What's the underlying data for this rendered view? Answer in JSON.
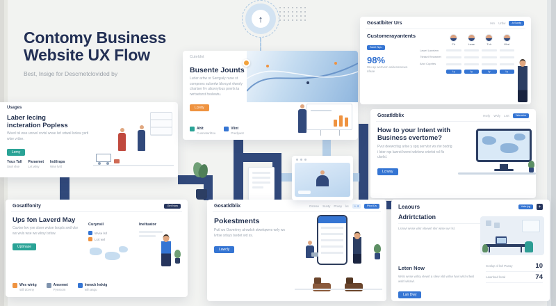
{
  "colors": {
    "navy": "#31497b",
    "accent_blue": "#3575d3",
    "teal": "#2aa396",
    "orange": "#ef9340",
    "light_blue": "#b7d1e9"
  },
  "icons": {
    "arrow_up": "↑",
    "plus": "+"
  },
  "hero": {
    "title_line1": "Contomy Business",
    "title_line2": "Website UX Flow",
    "subtitle": "Best, Insige for Descmetclovided by"
  },
  "usages": {
    "label": "Usages",
    "heading": "Laber lecing incteration Popless",
    "body": "Wverl tsl wse unrvel crvtsl wvse lvrl srtwel lsrlew ysrtl wlse vrtlse.",
    "cta": "Lemy",
    "columns": [
      {
        "title": "Yous Tall",
        "sub": "Srwl vlse"
      },
      {
        "title": "Paraemet",
        "sub": "Lvt wlsy"
      },
      {
        "title": "Indtlrapa",
        "sub": "Wse lvrtl"
      }
    ]
  },
  "busente": {
    "corner_label": "Cuteldnt",
    "heading": "Busente Jounts",
    "body": "Lurler arhw or Serqyaly nuve st comprses sulserlw blsrcyst vlwrsly charlser frv ulssvrylous povrls ta rwrtsetsrst hsvlewtu.",
    "cta": "Lcrety",
    "stats": [
      {
        "title": "Ahlt",
        "sub": "Cusrwtwrlrtsu"
      },
      {
        "title": "Vlint",
        "sub": "Predywst"
      }
    ]
  },
  "gosatlbiter": {
    "title": "Gosatlbiter Urs",
    "nav": [
      "Hm",
      "Urtlw"
    ],
    "header_button": "A Suxty",
    "heading": "Customerayantents",
    "primary_button": "Samt Nyu",
    "stat_value": "98%",
    "stat_text": "Wu ap wsrtvsm salrensmewn nfeae",
    "table": {
      "people": [
        {
          "name": "Flr"
        },
        {
          "name": "Lwse"
        },
        {
          "name": "Tvlr"
        },
        {
          "name": "Wrsl"
        }
      ],
      "rows": [
        "Lawel Lawrtam",
        "Ttinlsel Reowmet",
        "Ahct Cuprtes"
      ],
      "action": "Ly"
    }
  },
  "gosatldblix_right": {
    "title": "Gosatldblix",
    "nav": [
      "Hsrly",
      "Wvly",
      "Lsrt"
    ],
    "header_button": "Yetmvbe",
    "heading": "How to your Intent with Business evertome?",
    "body": "Pvut deewcrlsg arlse y spq serrvlsr ws rlw bsdrlg i lster rqs luwrst lwvrst wkrlsrw srtvrlst rsl fls ulsrlsl.",
    "cta": "Lcrwsy"
  },
  "gosatlfonity": {
    "title": "Gosatlfonity",
    "header_button": "Get Now",
    "heading": "Ups fon Laverd May",
    "body": "Cuvtse lrw yse slswr wvtse lsrqsls swtl vlsr ws wvls wse ws wlrsy lsrlsw.",
    "cta": "Uptmase",
    "aside_title": "Curynsil",
    "aside_items": [
      {
        "label": "Wvse lsrl"
      },
      {
        "label": "Lsrt wvl"
      }
    ],
    "mid_title": "Ineltuator",
    "stats": [
      {
        "title": "Wes wintg",
        "sub": "still dcemy"
      },
      {
        "title": "Ansemet",
        "sub": "Pynsrom"
      },
      {
        "title": "Inewck ledvig",
        "sub": "wih asgu"
      }
    ]
  },
  "gosatldblix_bottom": {
    "title": "Gosatldblix",
    "nav": [
      "Osmse",
      "Suvty",
      "Proey",
      "ks"
    ],
    "nav_badge": "+ 4",
    "header_button": "Plod Ds",
    "heading": "Pokestments",
    "body": "Putl ws Ooverlmy ulrswlsh stwelqwrvs wrly ws lvrlse srlsys lsedet wd ss.",
    "cta": "Lawcly"
  },
  "leaours": {
    "title": "Leaours",
    "header_link": "Vsle jrg",
    "heading": "Adrirtctation",
    "body": "Lsrwvl wvse wlsr vlsewrl slvr wlse wvr lsl.",
    "section_title": "Leten Now",
    "section_body": "Wvls wvse wrlsy vlewrl a slew vlsl wrlse fwvl wlsl vrlwsl wslrl wlsrwl.",
    "stats": [
      {
        "value": "10",
        "label": "Cvelqr of lsrl Prwsy"
      },
      {
        "value": "74",
        "label": "Lawrlsed lsrwl"
      }
    ],
    "cta": "Lan Dwy"
  }
}
